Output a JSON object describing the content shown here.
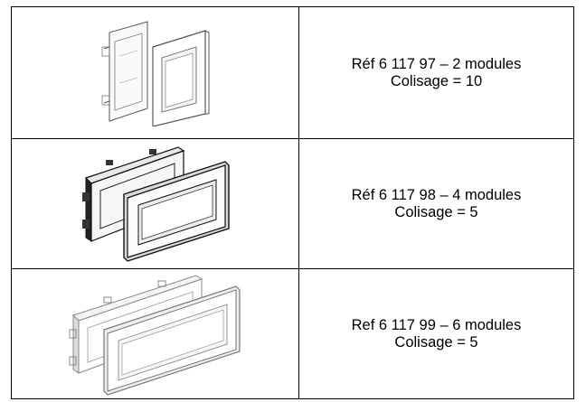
{
  "products": [
    {
      "ref": "Réf  6 117 97 – 2 modules",
      "packaging": "Colisage = 10",
      "image": "support-frame-2-modules-icon"
    },
    {
      "ref": "Réf 6 117 98 – 4 modules",
      "packaging": "Colisage = 5",
      "image": "support-frame-4-modules-icon"
    },
    {
      "ref": "Ref 6 117 99 – 6 modules",
      "packaging": "Colisage = 5",
      "image": "support-frame-6-modules-icon"
    }
  ]
}
